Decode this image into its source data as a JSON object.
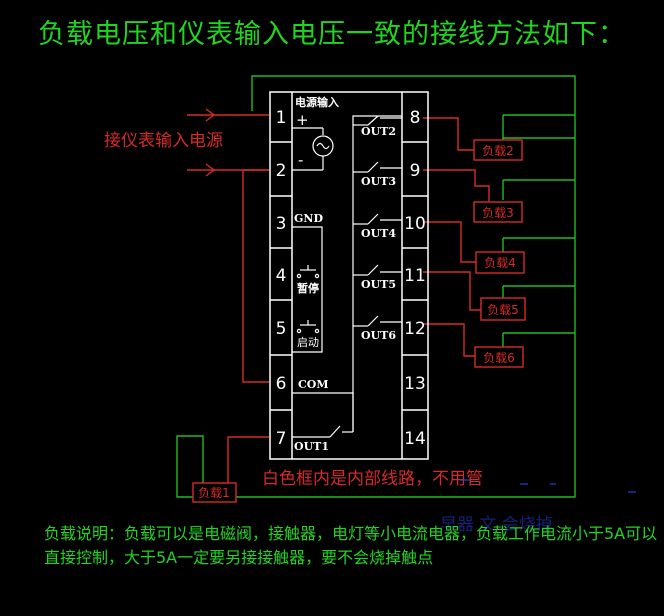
{
  "title": "负载电压和仪表输入电压一致的接线方法如下：",
  "input_label": "接仪表输入电源",
  "internal_note": "白色框内是内部线路，不用管",
  "note": "负载说明：负载可以是电磁阀，接触器，电灯等小电流电器，负载工作电流小于5A可以直接控制，大于5A一定要另接接触器，要不会烧掉触点",
  "watermark": "早器 文 会烧掉",
  "power_label": "电源输入",
  "plus": "+",
  "minus": "-",
  "ac_symbol": "~",
  "terminals": [
    "1",
    "2",
    "3",
    "4",
    "5",
    "6",
    "7",
    "8",
    "9",
    "10",
    "11",
    "12",
    "13",
    "14"
  ],
  "inner_labels": {
    "gnd": "GND",
    "pause": "暂停",
    "start": "启动",
    "com": "COM",
    "out1": "OUT1",
    "out2": "OUT2",
    "out3": "OUT3",
    "out4": "OUT4",
    "out5": "OUT5",
    "out6": "OUT6"
  },
  "loads": [
    "负载1",
    "负载2",
    "负载3",
    "负载4",
    "负载5",
    "负载6"
  ],
  "colors": {
    "background": "#000000",
    "green_text": "#22d422",
    "red_wire": "#d42a2a",
    "green_wire": "#22b822",
    "white": "#ffffff",
    "watermark": "#2a3bd8"
  }
}
